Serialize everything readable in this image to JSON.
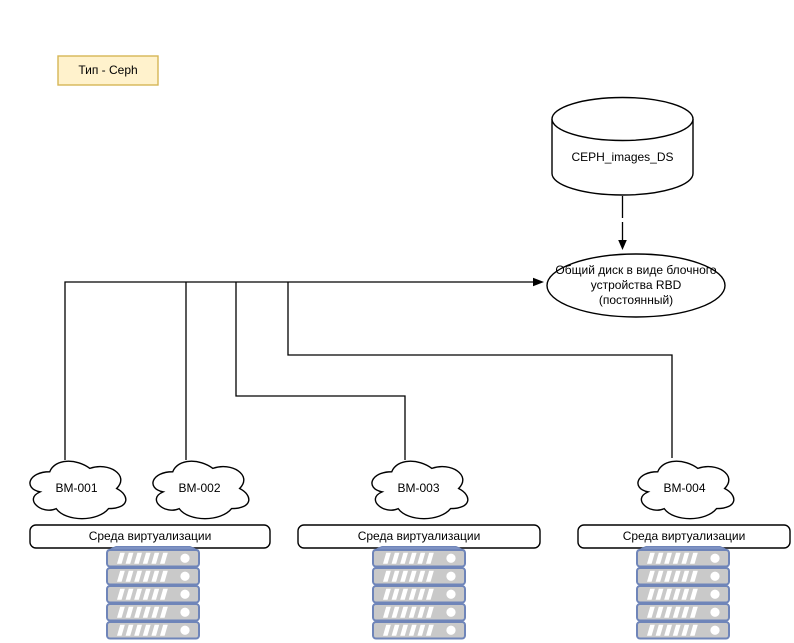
{
  "diagram": {
    "type_note": {
      "label": "Тип - Ceph",
      "fill": "#fff2cc",
      "stroke": "#d6b656"
    },
    "datastore": {
      "label": "CEPH_images_DS"
    },
    "rbd_disk": {
      "lines": [
        "Общий диск в виде блочного",
        "устройства RBD",
        "(постоянный)"
      ]
    },
    "vms": [
      {
        "label": "BM-001"
      },
      {
        "label": "BM-002"
      },
      {
        "label": "BM-003"
      },
      {
        "label": "BM-004"
      }
    ],
    "env_label": "Среда виртуализации",
    "colors": {
      "line": "#000000",
      "shape_stroke": "#000000",
      "shape_fill": "#ffffff",
      "server_border": "#6f85b9",
      "server_fill": "#c9c9c9",
      "server_stripe": "#ffffff",
      "server_top": "#7e92c3"
    }
  }
}
